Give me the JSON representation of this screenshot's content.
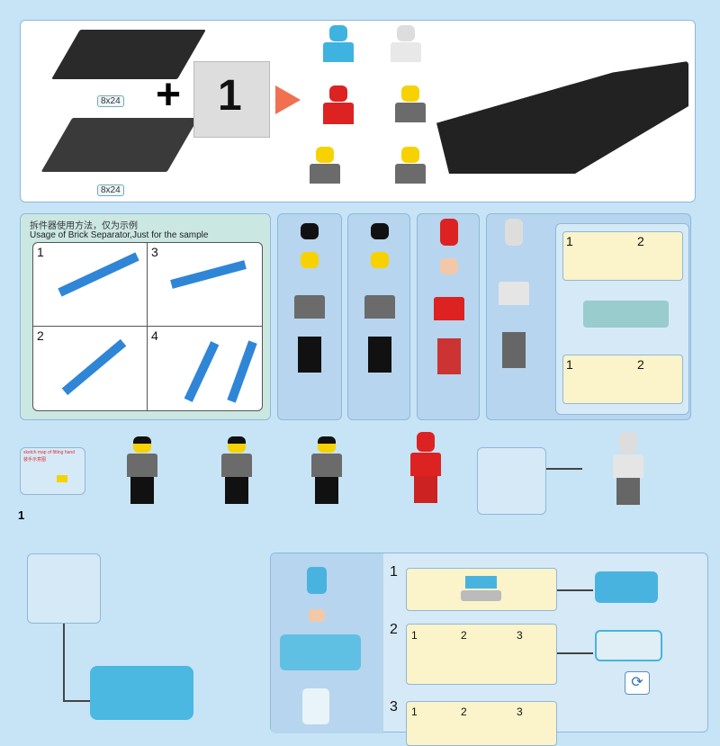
{
  "top": {
    "plate_labels": [
      "8x24",
      "8x24"
    ],
    "plus": "+",
    "bag_number": "1"
  },
  "separator": {
    "title_cn": "拆件器使用方法，仅为示例",
    "title_en": "Usage of Brick Separator,Just for the sample",
    "steps": [
      "1",
      "3",
      "2",
      "4"
    ]
  },
  "figure4_substeps": {
    "row1": [
      "1",
      "2"
    ],
    "row2": [
      "1",
      "2"
    ]
  },
  "sketch": {
    "title_en": "sketch map of fitting hand",
    "title_cn": "装手示意图"
  },
  "step_label": "1",
  "sub_build": {
    "steps": [
      "1",
      "2",
      "3"
    ],
    "step2_parts": [
      "1",
      "2",
      "3"
    ],
    "step3_parts": [
      "1",
      "2",
      "3"
    ]
  },
  "icons": [
    "refresh-icon"
  ]
}
